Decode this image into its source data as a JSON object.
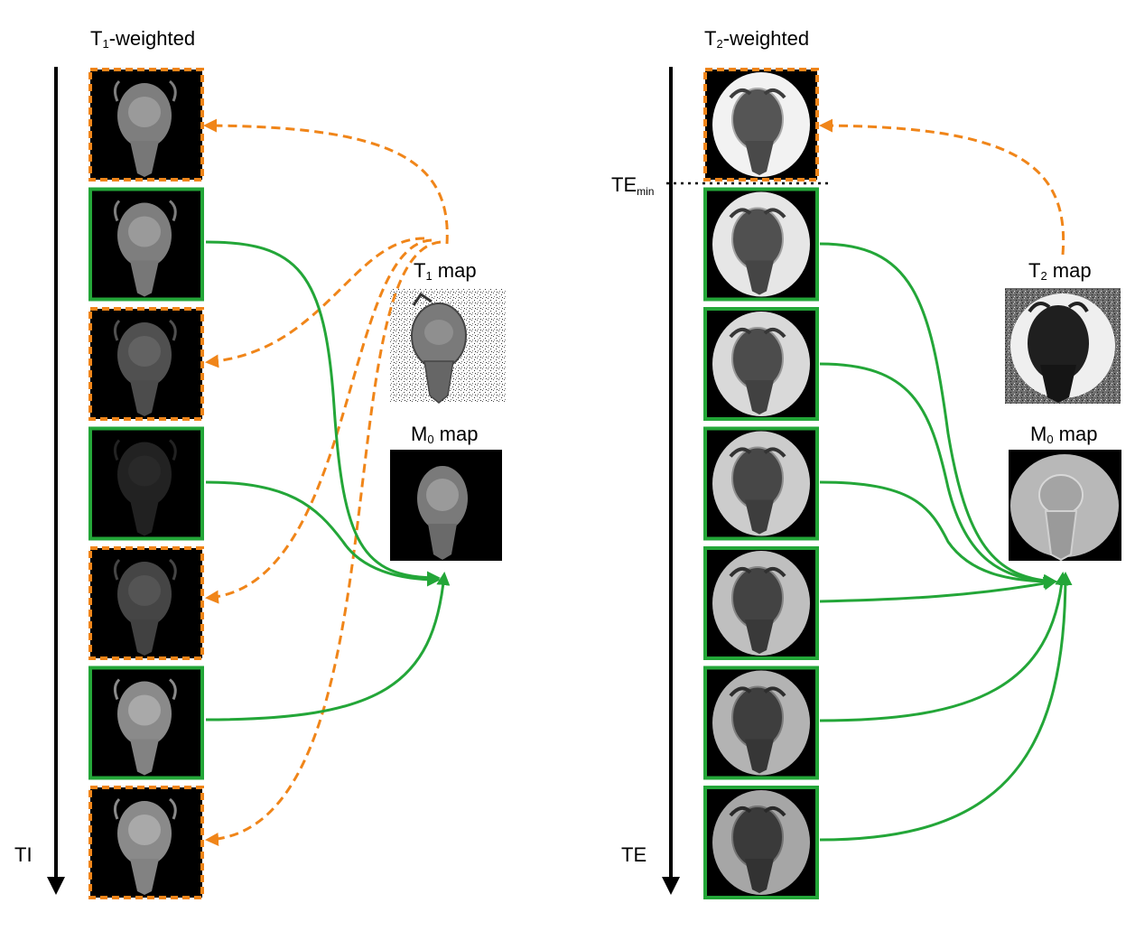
{
  "left_panel": {
    "title_base": "T",
    "title_sub": "1",
    "title_rest": "-weighted",
    "axis_label": "TI",
    "map_t": {
      "base": "T",
      "sub": "1",
      "rest": " map"
    },
    "map_m": {
      "base": "M",
      "sub": "0",
      "rest": " map"
    },
    "tiles": [
      {
        "kind": "excluded",
        "brightness": 0.55
      },
      {
        "kind": "included",
        "brightness": 0.55
      },
      {
        "kind": "excluded",
        "brightness": 0.35
      },
      {
        "kind": "included",
        "brightness": 0.15
      },
      {
        "kind": "excluded",
        "brightness": 0.3
      },
      {
        "kind": "included",
        "brightness": 0.6
      },
      {
        "kind": "excluded",
        "brightness": 0.6
      }
    ]
  },
  "right_panel": {
    "title_base": "T",
    "title_sub": "2",
    "title_rest": "-weighted",
    "axis_label": "TE",
    "te_min_base": "TE",
    "te_min_sub": "min",
    "map_t": {
      "base": "T",
      "sub": "2",
      "rest": " map"
    },
    "map_m": {
      "base": "M",
      "sub": "0",
      "rest": " map"
    },
    "tiles": [
      {
        "kind": "excluded",
        "brightness": 0.95
      },
      {
        "kind": "included",
        "brightness": 0.9
      },
      {
        "kind": "included",
        "brightness": 0.85
      },
      {
        "kind": "included",
        "brightness": 0.8
      },
      {
        "kind": "included",
        "brightness": 0.75
      },
      {
        "kind": "included",
        "brightness": 0.7
      },
      {
        "kind": "included",
        "brightness": 0.65
      }
    ]
  },
  "colors": {
    "excluded": "#f08519",
    "included": "#23a638",
    "axis": "#000000"
  },
  "icons": {
    "excluded_arrow": "dashed-orange-arrow",
    "included_arrow": "solid-green-arrow"
  }
}
